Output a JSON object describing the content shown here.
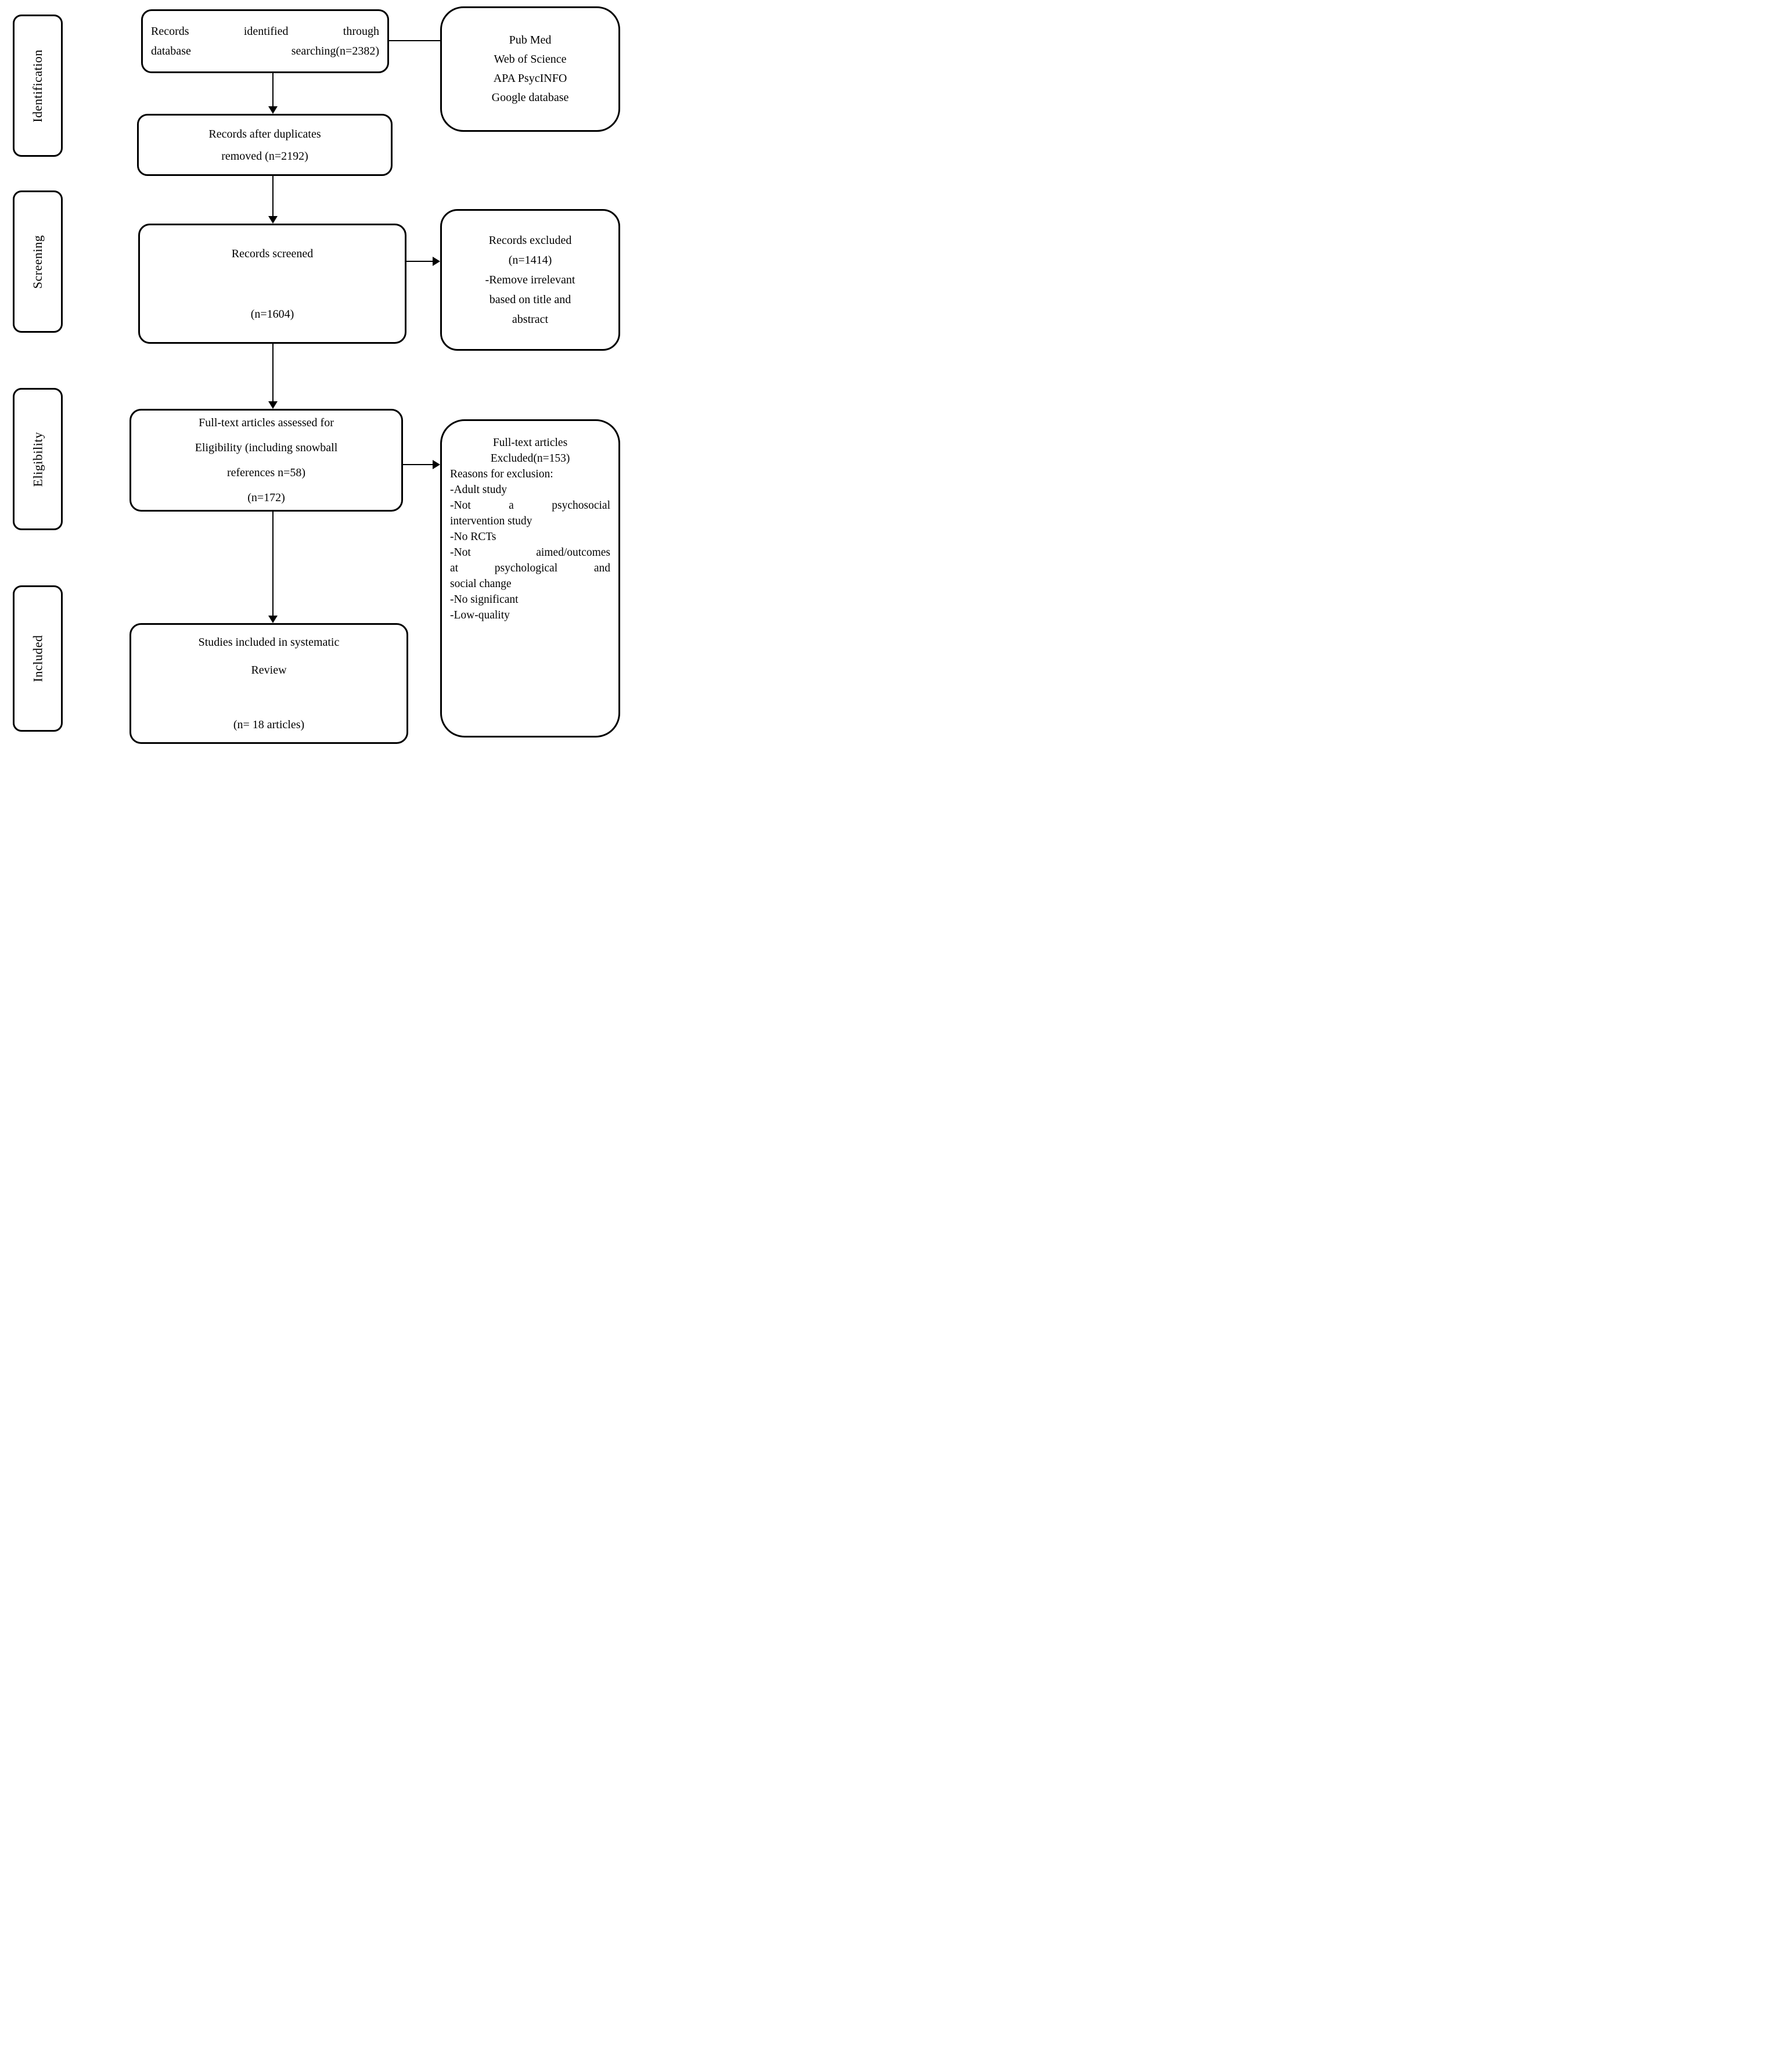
{
  "page": {
    "background": "#ffffff",
    "line_color": "#000000"
  },
  "stages": [
    {
      "label": "Identification"
    },
    {
      "label": "Screening"
    },
    {
      "label": "Eligibility"
    },
    {
      "label": "Included"
    }
  ],
  "flow": {
    "identified": {
      "lines": [
        "Records identified through",
        "database searching(n=2382)"
      ]
    },
    "duplicates": {
      "lines": [
        "Records after duplicates",
        "removed (n=2192)"
      ]
    },
    "screened": {
      "lines": [
        "Records screened",
        "(n=1604)"
      ]
    },
    "fulltext": {
      "lines": [
        "Full-text articles assessed for",
        "Eligibility (including snowball",
        "references n=58)",
        "(n=172)"
      ]
    },
    "included": {
      "lines": [
        "Studies included in systematic",
        "Review",
        "(n= 18 articles)"
      ]
    }
  },
  "side": {
    "databases": {
      "lines": [
        "Pub Med",
        "Web of Science",
        "APA PsycINFO",
        "Google database"
      ]
    },
    "records_excluded": {
      "lines": [
        "Records excluded",
        "(n=1414)",
        "-Remove irrelevant",
        "based on title and",
        "abstract"
      ]
    },
    "fulltext_excluded": {
      "lines": [
        "Full-text articles",
        "Excluded(n=153)",
        "Reasons for exclusion:",
        "-Adult study",
        "-Not a psychosocial",
        "intervention study",
        "-No RCTs",
        "-Not aimed/outcomes",
        "at psychological and",
        "social change",
        "-No significant",
        "-Low-quality"
      ]
    }
  }
}
